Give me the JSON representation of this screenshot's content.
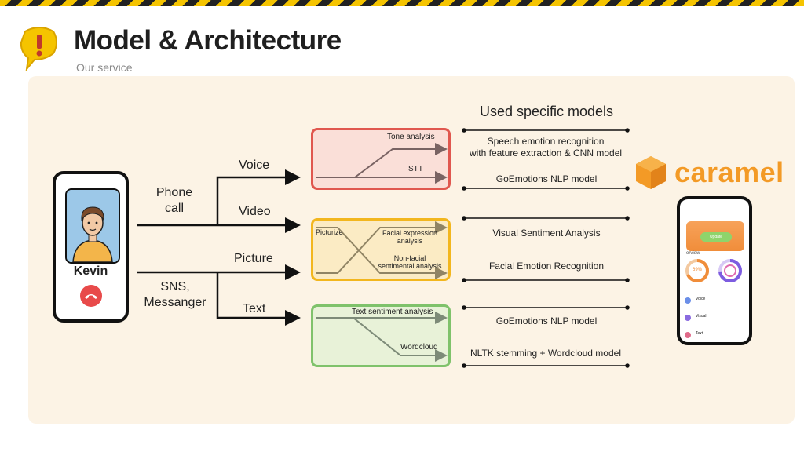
{
  "header": {
    "title": "Model & Architecture",
    "subtitle": "Our service",
    "icon": "exclamation-speech-icon",
    "accent": "#f5c400"
  },
  "caller": {
    "name": "Kevin",
    "icons": [
      "avatar-icon",
      "end-call-icon"
    ]
  },
  "inputs": {
    "phone_call": "Phone\ncall",
    "sns": "SNS,\nMessanger",
    "voice": "Voice",
    "video": "Video",
    "picture": "Picture",
    "text": "Text"
  },
  "boxes": {
    "voice": {
      "top": "Tone analysis",
      "bottom": "STT",
      "color": "#e0574f"
    },
    "image": {
      "left": "Picturize",
      "top": "Facial expression\nanalysis",
      "bottom": "Non-facial\nsentimental analysis",
      "color": "#f2b61e"
    },
    "text": {
      "top": "Text sentiment analysis",
      "bottom": "Wordcloud",
      "color": "#7fc26b"
    }
  },
  "models": {
    "heading": "Used specific models",
    "items": [
      "Speech emotion recognition\nwith feature extraction &  CNN model",
      "GoEmotions NLP model",
      "Visual Sentiment Analysis",
      "Facial Emotion Recognition",
      "GoEmotions NLP model",
      "NLTK stemming + Wordcloud model"
    ]
  },
  "brand": {
    "name": "caramel",
    "color": "#f39a26"
  },
  "app": {
    "button": "Update",
    "section": "erview",
    "percent": "69%",
    "rows": [
      "Voice",
      "Visual",
      "Text"
    ]
  }
}
